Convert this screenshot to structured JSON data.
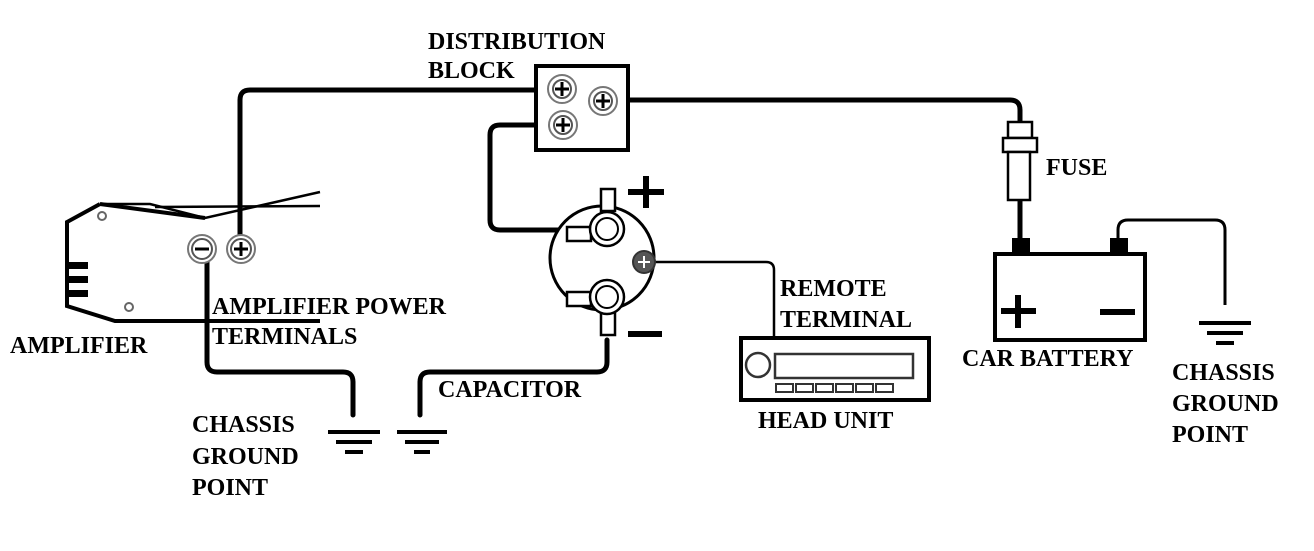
{
  "diagram": {
    "title": "Car amplifier wiring with capacitor",
    "labels": {
      "distribution_block": [
        "DISTRIBUTION",
        "BLOCK"
      ],
      "fuse": "FUSE",
      "amplifier": "AMPLIFIER",
      "amplifier_power_terminals": [
        "AMPLIFIER POWER",
        "TERMINALS"
      ],
      "capacitor": "CAPACITOR",
      "remote_terminal": [
        "REMOTE",
        "TERMINAL"
      ],
      "head_unit": "HEAD UNIT",
      "car_battery": "CAR BATTERY",
      "chassis_ground_left": [
        "CHASSIS",
        "GROUND",
        "POINT"
      ],
      "chassis_ground_right": [
        "CHASSIS",
        "GROUND",
        "POINT"
      ]
    },
    "symbols": {
      "plus": "+",
      "minus": "−"
    },
    "components": [
      {
        "id": "amplifier",
        "terminals": [
          "negative",
          "positive"
        ]
      },
      {
        "id": "distribution-block",
        "terminals": 3
      },
      {
        "id": "capacitor",
        "terminals": [
          "positive",
          "negative",
          "remote"
        ]
      },
      {
        "id": "head-unit",
        "buttons": 6
      },
      {
        "id": "fuse"
      },
      {
        "id": "car-battery",
        "terminals": [
          "positive",
          "negative"
        ]
      },
      {
        "id": "chassis-ground",
        "count": 3
      }
    ],
    "connections": [
      {
        "from": "amplifier.positive",
        "to": "distribution-block"
      },
      {
        "from": "distribution-block",
        "to": "fuse"
      },
      {
        "from": "fuse",
        "to": "car-battery.positive"
      },
      {
        "from": "distribution-block",
        "to": "capacitor.positive"
      },
      {
        "from": "capacitor.remote",
        "to": "head-unit"
      },
      {
        "from": "amplifier.negative",
        "to": "chassis-ground"
      },
      {
        "from": "capacitor.negative",
        "to": "chassis-ground"
      },
      {
        "from": "car-battery.negative",
        "to": "chassis-ground"
      }
    ]
  }
}
